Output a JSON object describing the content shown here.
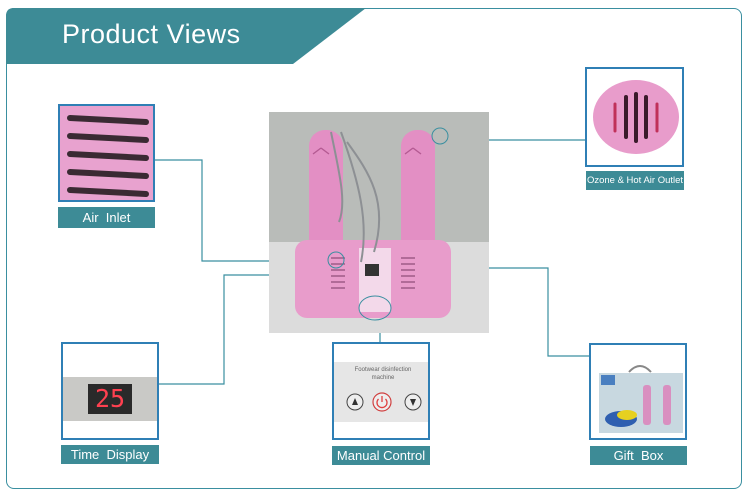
{
  "header": {
    "title": "Product Views"
  },
  "colors": {
    "teal": "#3d8b96",
    "line": "#3a8fa0",
    "box_border": "#2f7fb5",
    "product_pink": "#e38fc4"
  },
  "views": {
    "air_inlet": {
      "label": "Air  Inlet"
    },
    "ozone_outlet": {
      "label": "Ozone & Hot Air Outlet"
    },
    "time_display": {
      "label": "Time  Display",
      "digits": "25"
    },
    "manual_control": {
      "label": "Manual Control",
      "panel_text_1": "Footwear disinfection",
      "panel_text_2": "machine",
      "buttons": [
        "up-arrow-icon",
        "power-icon",
        "down-arrow-icon"
      ]
    },
    "gift_box": {
      "label": "Gift  Box"
    }
  }
}
